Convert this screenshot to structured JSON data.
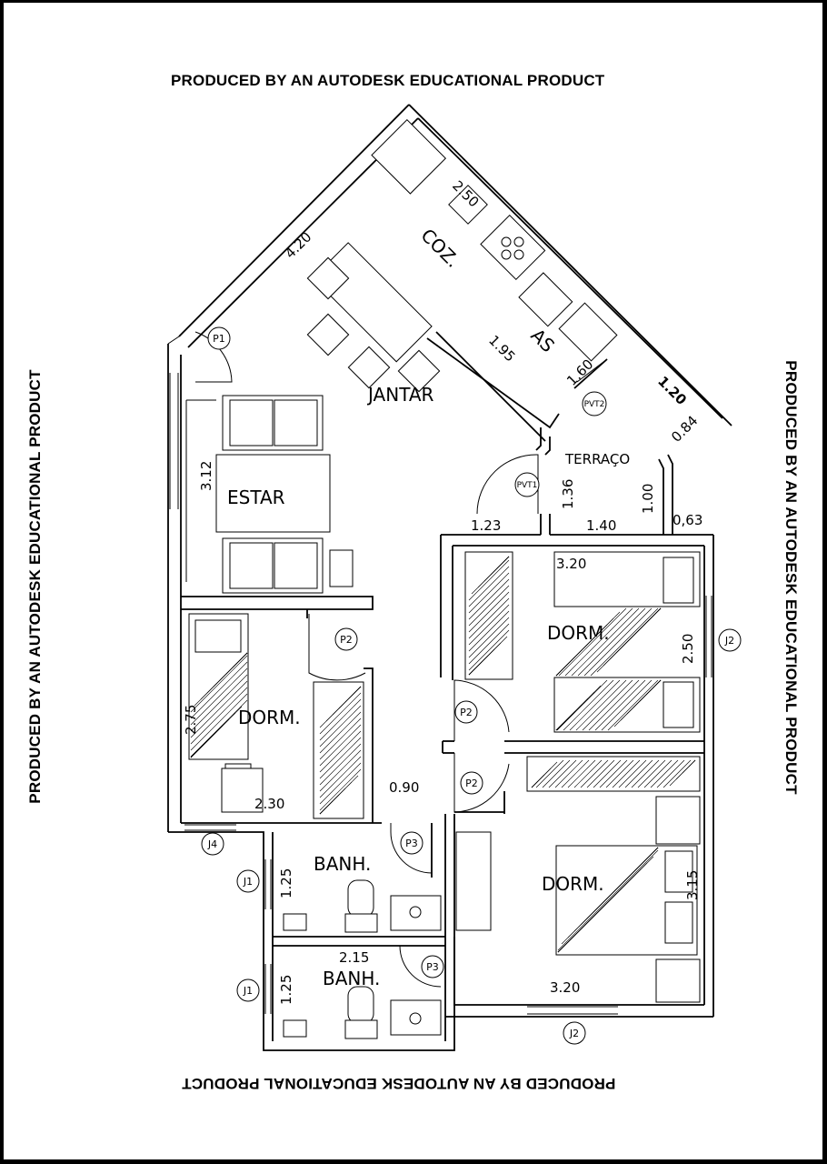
{
  "watermark": {
    "top": "PRODUCED BY AN AUTODESK EDUCATIONAL PRODUCT",
    "bottom": "PRODUCED BY AN AUTODESK EDUCATIONAL PRODUCT",
    "left": "PRODUCED BY AN AUTODESK EDUCATIONAL PRODUCT",
    "right": "PRODUCED BY AN AUTODESK EDUCATIONAL PRODUCT"
  },
  "rooms": {
    "coz": "COZ.",
    "as": "AS",
    "jantar": "JANTAR",
    "estar": "ESTAR",
    "terraco": "TERRAÇO",
    "dorm_left": "DORM.",
    "dorm_right_top": "DORM.",
    "dorm_right_bottom": "DORM.",
    "banh_top": "BANH.",
    "banh_bottom": "BANH."
  },
  "dimensions": {
    "d_4_20": "4.20",
    "d_2_50_coz": "2.50",
    "d_1_95": "1.95",
    "d_1_60": "1.60",
    "d_1_20": "1.20",
    "d_0_84": "0.84",
    "d_3_12": "3.12",
    "d_1_36": "1.36",
    "d_1_00": "1.00",
    "d_1_23": "1.23",
    "d_1_40": "1.40",
    "d_0_63": "0,63",
    "d_3_20_top": "3.20",
    "d_2_50_dorm": "2.50",
    "d_2_75": "2.75",
    "d_2_30": "2.30",
    "d_0_90": "0.90",
    "d_1_25_top": "1.25",
    "d_1_25_bottom": "1.25",
    "d_2_15": "2.15",
    "d_3_15": "3.15",
    "d_3_20_bottom": "3.20"
  },
  "tags": {
    "p1": "P1",
    "p2_a": "P2",
    "p2_b": "P2",
    "p2_c": "P2",
    "p3_a": "P3",
    "p3_b": "P3",
    "pvt1": "PVT1",
    "pvt2": "PVT2",
    "j1_a": "J1",
    "j1_b": "J1",
    "j2_a": "J2",
    "j2_b": "J2",
    "j4": "J4"
  }
}
